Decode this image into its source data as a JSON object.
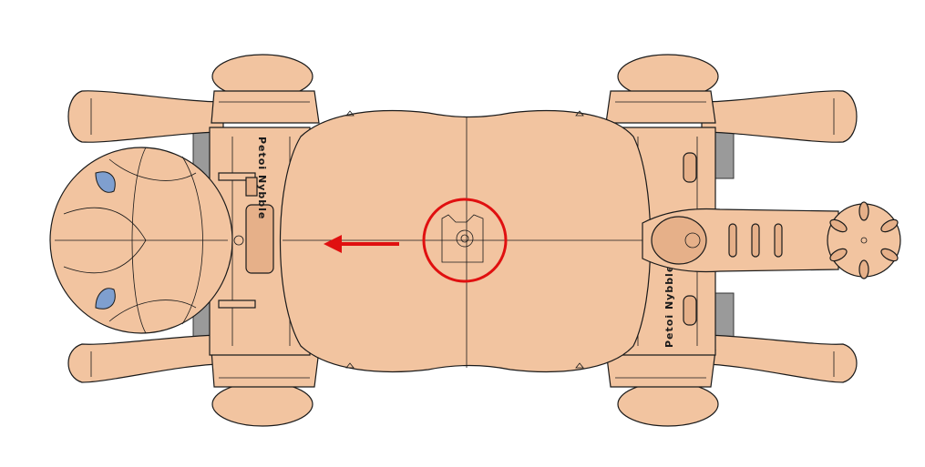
{
  "model": {
    "brand_text_left": "Petoi Nybble",
    "brand_text_right": "Petoi Nybble",
    "annotation": {
      "color": "#e01010",
      "shape": "circle",
      "arrow_direction": "left"
    },
    "body_color": "#f2c4a0",
    "accent_color": "#7f9fcf"
  }
}
